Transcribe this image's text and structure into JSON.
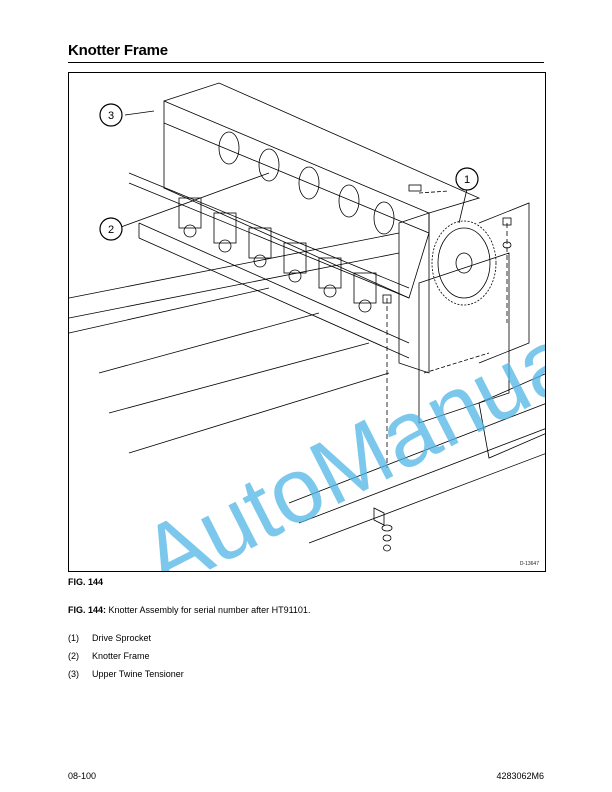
{
  "page": {
    "section_title": "Knotter Frame",
    "figure_label": "FIG. 144",
    "drawing_id": "D-13647",
    "watermark": "AutoManual",
    "caption": {
      "label": "FIG. 144:",
      "text": " Knotter Assembly for serial number after HT91101."
    },
    "callouts": [
      "1",
      "2",
      "3"
    ],
    "legend": [
      {
        "num": "(1)",
        "text": "Drive Sprocket"
      },
      {
        "num": "(2)",
        "text": "Knotter Frame"
      },
      {
        "num": "(3)",
        "text": "Upper Twine Tensioner"
      }
    ],
    "footer": {
      "page_number": "08-100",
      "doc_number": "4283062M6"
    },
    "colors": {
      "watermark": "#4fb6e6",
      "line_art": "#000000"
    }
  }
}
